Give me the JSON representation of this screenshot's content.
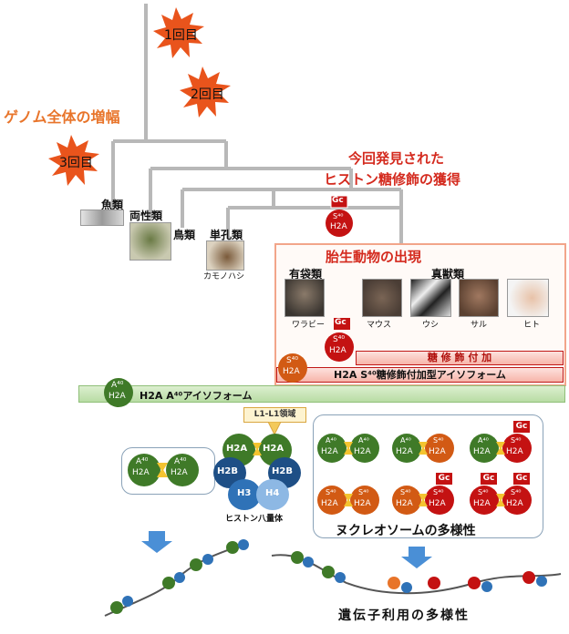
{
  "diagram": {
    "genome_duplication": {
      "title": "ゲノム全体の増幅",
      "round1": "1回目",
      "round2": "2回目",
      "round3": "3回目"
    },
    "acquisition": {
      "title_line1": "今回発見された",
      "title_line2": "ヒストン糖修飾の獲得"
    },
    "animal_groups": {
      "fish": "魚類",
      "amphibians": "両性類",
      "birds": "鳥類",
      "monotremes": "単孔類",
      "platypus": "カモノハシ"
    },
    "placental": {
      "title": "胎生動物の出現",
      "marsupials": "有袋類",
      "eutherians": "真獣類",
      "species": [
        "ワラビー",
        "マウス",
        "ウシ",
        "サル",
        "ヒト"
      ]
    },
    "bars": {
      "glyco_added": "糖 修 飾 付 加",
      "s40_isoform": "H2A S⁴⁰糖修飾付加型アイソフォーム",
      "a40_isoform": "H2A A⁴⁰アイソフォーム"
    },
    "markers": {
      "gc": "Gc",
      "s40": "S⁴⁰",
      "a40": "A⁴⁰",
      "h2a": "H2A"
    },
    "histone": {
      "l1_region": "L1-L1領域",
      "h2a": "H2A",
      "h2b": "H2B",
      "h3": "H3",
      "h4": "H4",
      "octamer": "ヒストン八量体"
    },
    "nucleosome_diversity": "ヌクレオソームの多様性",
    "gene_usage_diversity": "遺伝子利用の多様性",
    "colors": {
      "orange": "#e8742a",
      "red": "#c41212",
      "green": "#3f7a28",
      "blue_dark": "#1e4f86",
      "blue_mid": "#2f72b7",
      "blue_light": "#8db8e4"
    }
  }
}
